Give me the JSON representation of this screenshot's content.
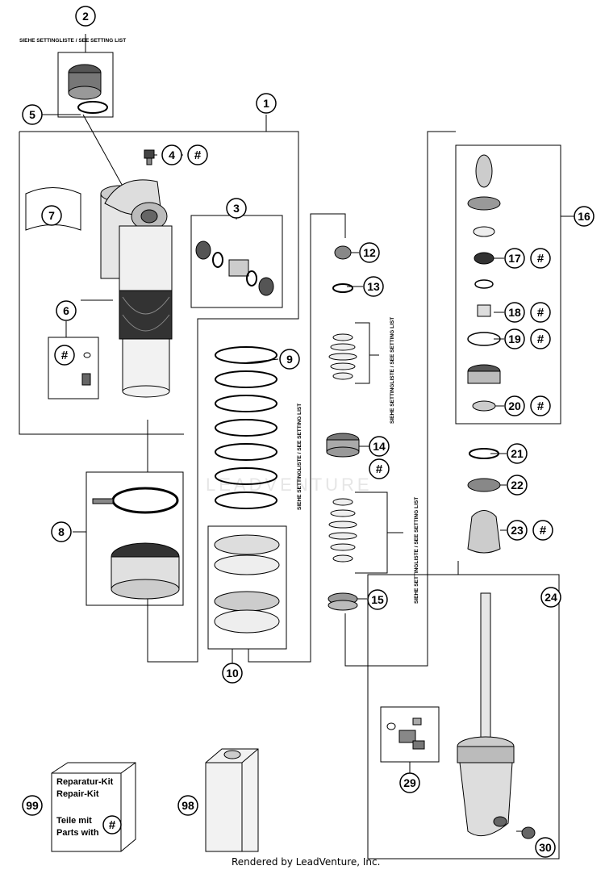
{
  "notes": {
    "setting_list_top": "SIEHE SETTINGLISTE / SEE SETTING LIST",
    "setting_list_a": "SIEHE SETTINGLISTE / SEE SETTING LIST",
    "setting_list_spring": "SIEHE SETTINGLISTE / SEE SETTING LIST",
    "setting_list_b": "SIEHE SETTINGLISTE / SEE SETTING LIST",
    "setting_list_c": "SIEHE SETTINGLISTE / SEE SETTING LIST"
  },
  "callouts": {
    "c1": "1",
    "c2": "2",
    "c3": "3",
    "c4": "4",
    "c5": "5",
    "c6": "6",
    "c7": "7",
    "c8": "8",
    "c9": "9",
    "c10": "10",
    "c12": "12",
    "c13": "13",
    "c14": "14",
    "c15": "15",
    "c16": "16",
    "c17": "17",
    "c18": "18",
    "c19": "19",
    "c20": "20",
    "c21": "21",
    "c22": "22",
    "c23": "23",
    "c24": "24",
    "c29": "29",
    "c30": "30",
    "c98": "98",
    "c99": "99"
  },
  "hash_symbol": "#",
  "repair_kit": {
    "line1": "Reparatur-Kit",
    "line2": "Repair-Kit",
    "line3": "Teile mit",
    "line4": "Parts with",
    "symbol": "#"
  },
  "watermark": "LEADVENTURE",
  "footer": "Rendered by LeadVenture, Inc."
}
